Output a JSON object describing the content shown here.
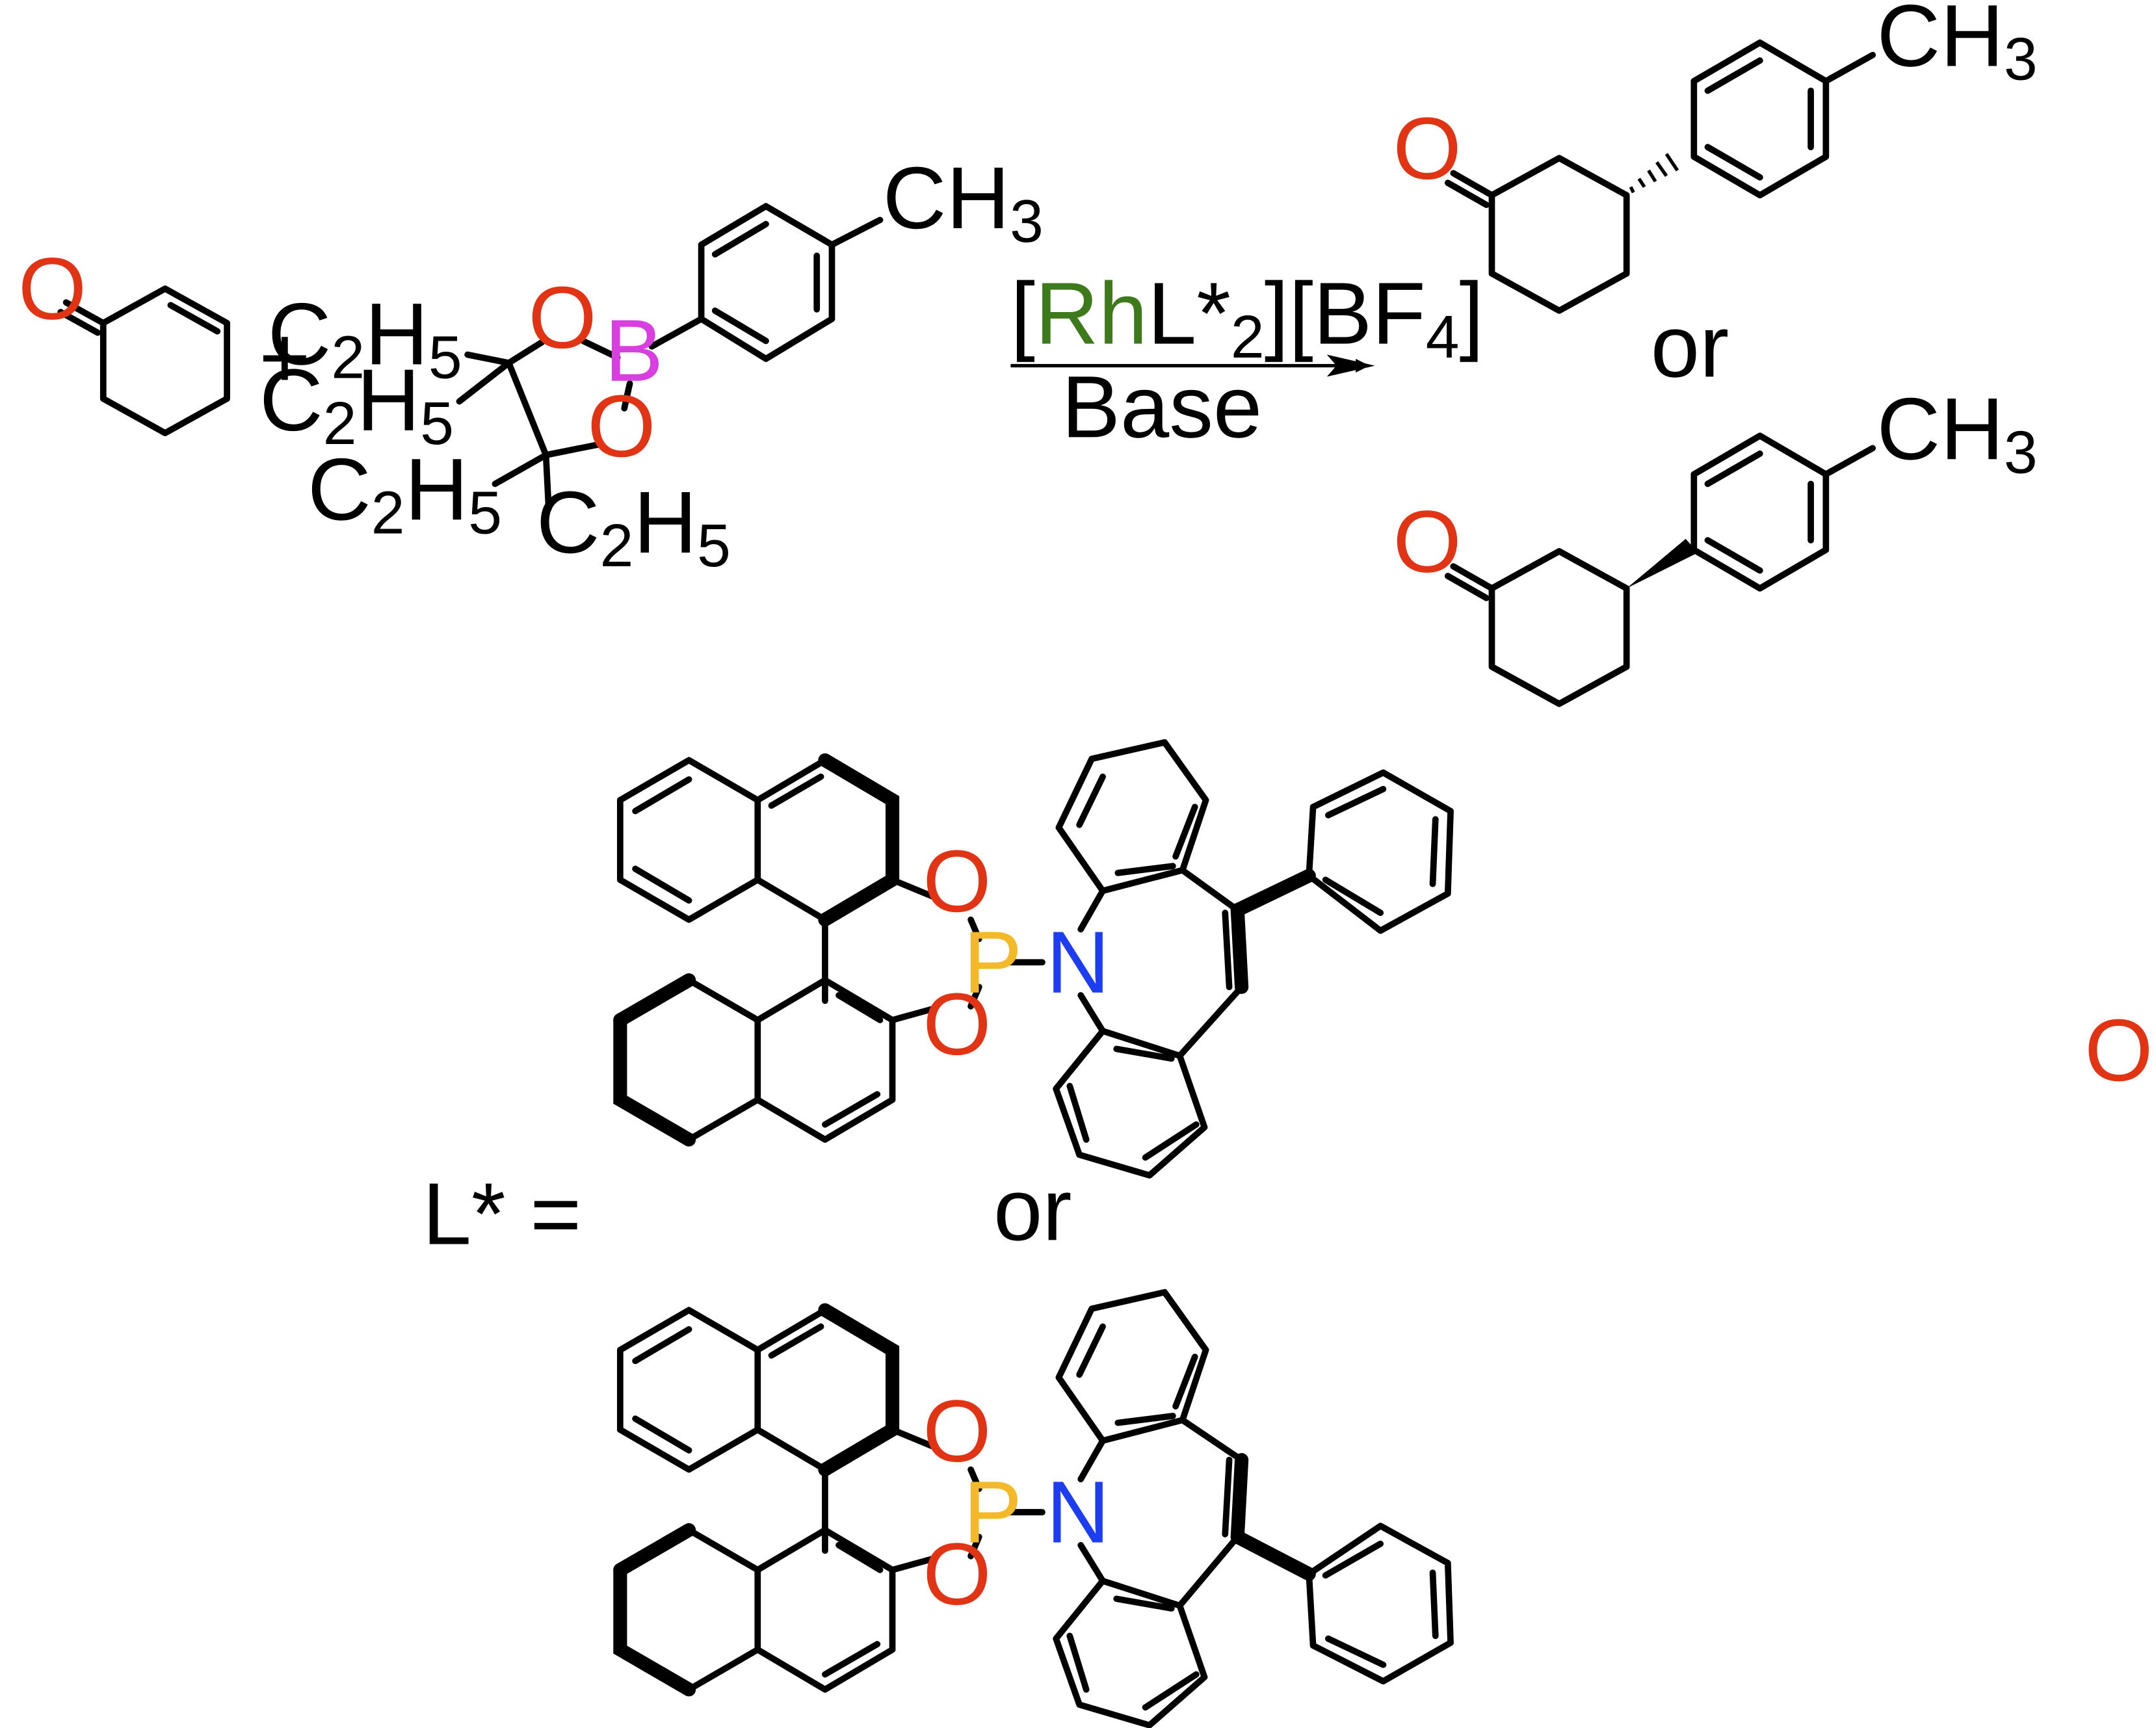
{
  "scheme": {
    "reagent_line": {
      "open": "[",
      "metal": "Rh",
      "ligand": "L*",
      "ligand_count": "2",
      "counterion_open": "][BF",
      "counterion_count": "4",
      "close": "]"
    },
    "conditions_below": "Base",
    "plus_sign": "+",
    "product_or": "or",
    "ligand_label": "L* =",
    "ligand_or": "or",
    "stray_atom": "O"
  },
  "atoms": {
    "oxygen": "O",
    "boron": "B",
    "phosphorus": "P",
    "nitrogen": "N",
    "methyl": "CH",
    "methyl_h_count": "3",
    "ethyl_c": "C",
    "ethyl_c_count": "2",
    "ethyl_h": "H",
    "ethyl_h_count": "5"
  },
  "colors": {
    "oxygen": "#e03414",
    "boron": "#d83ee0",
    "phosphorus": "#f3b928",
    "nitrogen": "#1c3ef0",
    "rhodium": "#3c7a1c",
    "bonds": "#000000"
  }
}
